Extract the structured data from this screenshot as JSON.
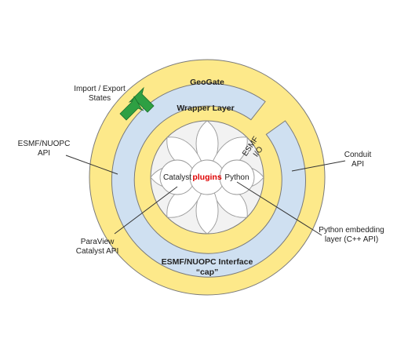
{
  "diagram": {
    "outer_ring": {
      "title": "GeoGate",
      "bottom_label_line1": "ESMF/NUOPC Interface",
      "bottom_label_line2": "“cap”"
    },
    "middle_ring": {
      "title": "Wrapper Layer",
      "side_label_line1": "ESMF",
      "side_label_line2": "I/O"
    },
    "core": {
      "center_label": "plugins",
      "left_label": "Catalyst",
      "right_label": "Python"
    },
    "callouts": {
      "import_export": {
        "line1": "Import / Export",
        "line2": "States"
      },
      "esmf_api": {
        "line1": "ESMF/NUOPC",
        "line2": "API"
      },
      "conduit_api": {
        "line1": "Conduit",
        "line2": "API"
      },
      "paraview_api": {
        "line1": "ParaView",
        "line2": "Catalyst API"
      },
      "python_embedding": {
        "line1": "Python embedding",
        "line2": "layer (C++ API)"
      }
    },
    "colors": {
      "outer_ring_fill": "#fde98a",
      "middle_ring_fill": "#cfe0f1",
      "core_fill": "#f2f2f2",
      "arrow_fill": "#2ea043",
      "outline": "#7a7a7a",
      "plugins_text": "#e00000"
    }
  }
}
